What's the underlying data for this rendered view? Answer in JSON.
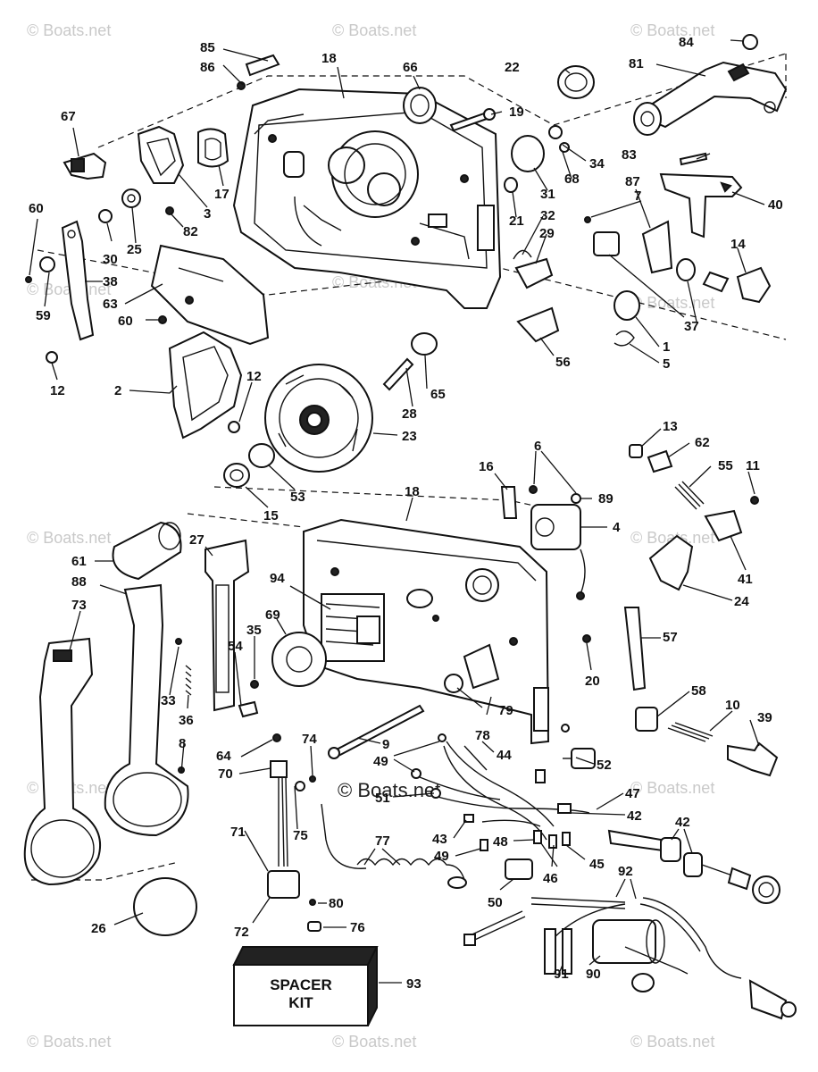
{
  "watermark": "© Boats.net",
  "center_watermark": "© Boats.net",
  "spacer_kit": {
    "line1": "SPACER",
    "line2": "KIT"
  },
  "labels": {
    "n85": "85",
    "n86": "86",
    "n18a": "18",
    "n66": "66",
    "n22": "22",
    "n84": "84",
    "n81": "81",
    "n67": "67",
    "n19": "19",
    "n34": "34",
    "n68": "68",
    "n83": "83",
    "n40": "40",
    "n3": "3",
    "n82": "82",
    "n17": "17",
    "n31": "31",
    "n21": "21",
    "n7": "7",
    "n87": "87",
    "n60a": "60",
    "n30": "30",
    "n25": "25",
    "n32": "32",
    "n29": "29",
    "n14": "14",
    "n38": "38",
    "n63": "63",
    "n59": "59",
    "n60b": "60",
    "n37": "37",
    "n1": "1",
    "n5": "5",
    "n12a": "12",
    "n56": "56",
    "n2": "2",
    "n12b": "12",
    "n65": "65",
    "n28": "28",
    "n23": "23",
    "n13": "13",
    "n62": "62",
    "n6": "6",
    "n16": "16",
    "n55": "55",
    "n11": "11",
    "n53": "53",
    "n15": "15",
    "n18b": "18",
    "n89": "89",
    "n4": "4",
    "n27": "27",
    "n61": "61",
    "n41": "41",
    "n88": "88",
    "n94": "94",
    "n24": "24",
    "n73": "73",
    "n69": "69",
    "n35": "35",
    "n54": "54",
    "n57": "57",
    "n20": "20",
    "n33": "33",
    "n36": "36",
    "n58": "58",
    "n10": "10",
    "n39": "39",
    "n9": "9",
    "n79": "79",
    "n78": "78",
    "n8": "8",
    "n64": "64",
    "n74": "74",
    "n44": "44",
    "n49a": "49",
    "n70": "70",
    "n52": "52",
    "n51": "51",
    "n47": "47",
    "n75": "75",
    "n42a": "42",
    "n71": "71",
    "n43": "43",
    "n48": "48",
    "n77": "77",
    "n49b": "49",
    "n42b": "42",
    "n45": "45",
    "n46": "46",
    "n50": "50",
    "n92": "92",
    "n26": "26",
    "n80": "80",
    "n72": "72",
    "n76": "76",
    "n91": "91",
    "n90": "90",
    "n93": "93"
  }
}
